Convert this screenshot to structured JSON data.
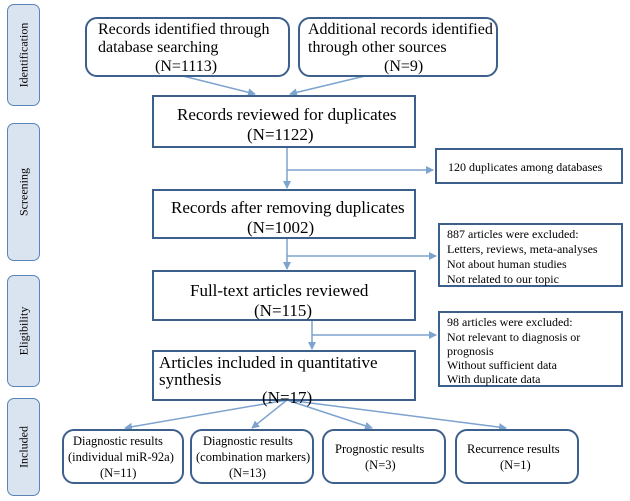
{
  "stages": {
    "identification": "Identification",
    "screening": "Screening",
    "eligibility": "Eligibility",
    "included": "Included"
  },
  "identified_db": {
    "line1": "Records identified through",
    "line2": "database searching",
    "count": "(N=1113)"
  },
  "identified_other": {
    "line1": "Additional records identified",
    "line2": "through other sources",
    "count": "(N=9)"
  },
  "reviewed_dup": {
    "label": "Records reviewed for duplicates",
    "count": "(N=1122)"
  },
  "dup_excluded": {
    "label": "120 duplicates among databases"
  },
  "after_dup": {
    "label": "Records after removing duplicates",
    "count": "(N=1002)"
  },
  "excluded_887": {
    "title": "887 articles were excluded:",
    "reasons": [
      "Letters, reviews, meta-analyses",
      "Not about human studies",
      "Not related to our topic"
    ]
  },
  "fulltext": {
    "label": "Full-text articles reviewed",
    "count": "(N=115)"
  },
  "excluded_98": {
    "title": "98 articles were excluded:",
    "reasons": [
      "Not relevant to diagnosis or",
      "prognosis",
      "Without sufficient data",
      "With duplicate data"
    ]
  },
  "included_quant": {
    "line1": "Articles included in quantitative",
    "line2": "synthesis",
    "count": "(N=17)"
  },
  "outcomes": [
    {
      "line1": "Diagnostic results",
      "line2": "(individual miR-92a)",
      "count": "(N=11)"
    },
    {
      "line1": "Diagnostic results",
      "line2": "(combination markers)",
      "count": "(N=13)"
    },
    {
      "line1": "Prognostic results",
      "line2": "(N=3)",
      "count": ""
    },
    {
      "line1": "Recurrence results",
      "line2": "(N=1)",
      "count": ""
    }
  ],
  "colors": {
    "border": "#3c5f8c",
    "stage_fill": "#dae4f1",
    "arrow": "#7da3cf"
  }
}
